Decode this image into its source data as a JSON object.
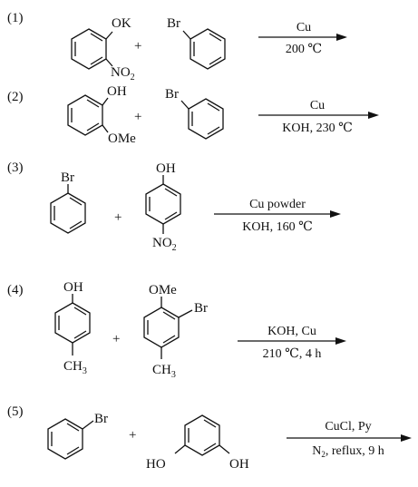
{
  "reactions": [
    {
      "number": "(1)",
      "reactant1_substituents": {
        "top": "OK",
        "bottom": "NO",
        "bottom_sub": "2"
      },
      "plus": "+",
      "reactant2_substituent": "Br",
      "conditions_top": "Cu",
      "conditions_bottom": "200 ℃"
    },
    {
      "number": "(2)",
      "reactant1_substituents": {
        "top": "OH",
        "bottom": "OMe"
      },
      "plus": "+",
      "reactant2_substituent": "Br",
      "conditions_top": "Cu",
      "conditions_bottom": "KOH, 230 ℃"
    },
    {
      "number": "(3)",
      "reactant1_substituent": "Br",
      "plus": "+",
      "reactant2_substituents": {
        "top": "OH",
        "bottom": "NO",
        "bottom_sub": "2"
      },
      "conditions_top": "Cu powder",
      "conditions_bottom": "KOH, 160 ℃"
    },
    {
      "number": "(4)",
      "reactant1_substituents": {
        "top": "OH",
        "bottom": "CH",
        "bottom_sub": "3"
      },
      "plus": "+",
      "reactant2_substituents": {
        "top": "OMe",
        "right": "Br",
        "bottom": "CH",
        "bottom_sub": "3"
      },
      "conditions_top": "KOH, Cu",
      "conditions_bottom": "210 ℃, 4 h"
    },
    {
      "number": "(5)",
      "reactant1_substituent": "Br",
      "plus": "+",
      "reactant2_substituents": {
        "left": "HO",
        "right": "OH"
      },
      "conditions_top": "CuCl, Py",
      "conditions_bottom": "N",
      "conditions_bottom_sub": "2",
      "conditions_bottom_rest": ", reflux, 9 h"
    }
  ]
}
